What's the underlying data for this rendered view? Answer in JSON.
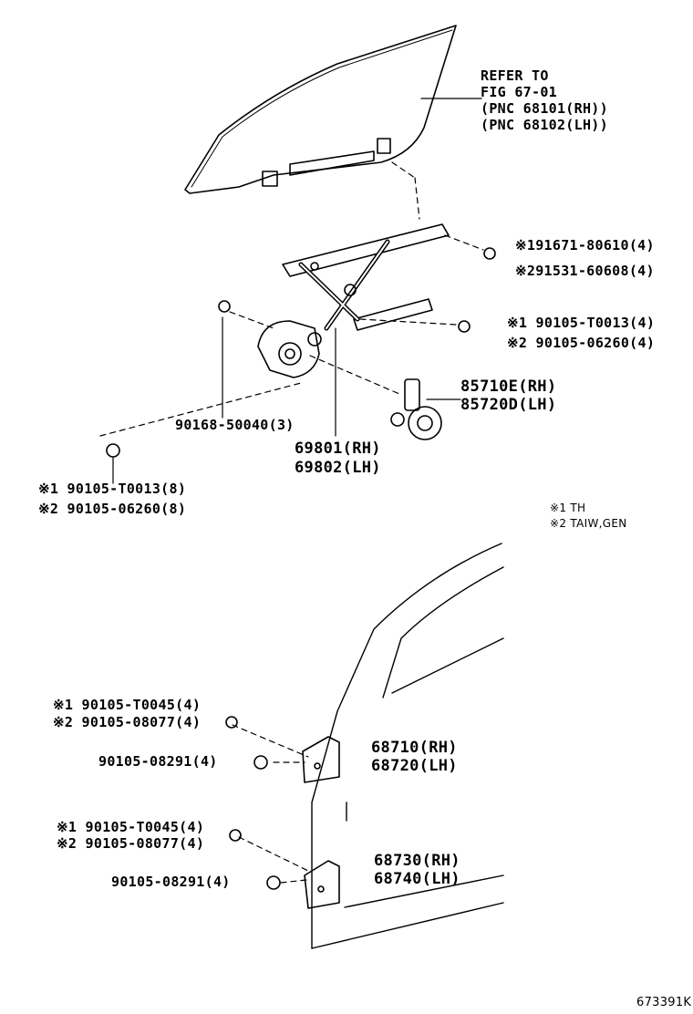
{
  "refer": {
    "lines": [
      "REFER TO",
      "FIG 67-01",
      "(PNC 68101(RH))",
      "(PNC 68102(LH))"
    ]
  },
  "callouts": {
    "screw_91671": "※191671-80610(4)",
    "screw_91531": "※291531-60608(4)",
    "bolt_t0013_a": "※1 90105-T0013(4)",
    "bolt_06260_a": "※2 90105-06260(4)",
    "motor_rh": "85710E(RH)",
    "motor_lh": "85720D(LH)",
    "bolt_50040": "90168-50040(3)",
    "regulator_rh": "69801(RH)",
    "regulator_lh": "69802(LH)",
    "bolt_t0013_b": "※1 90105-T0013(8)",
    "bolt_06260_b": "※2 90105-06260(8)",
    "hinge_upper_bolt_t0045": "※1 90105-T0045(4)",
    "hinge_upper_bolt_08077": "※2 90105-08077(4)",
    "hinge_upper_bolt_08291": "90105-08291(4)",
    "hinge_upper_rh": "68710(RH)",
    "hinge_upper_lh": "68720(LH)",
    "hinge_lower_bolt_t0045": "※1 90105-T0045(4)",
    "hinge_lower_bolt_08077": "※2 90105-08077(4)",
    "hinge_lower_bolt_08291": "90105-08291(4)",
    "hinge_lower_rh": "68730(RH)",
    "hinge_lower_lh": "68740(LH)"
  },
  "legend": {
    "note1": "※1 TH",
    "note2": "※2 TAIW,GEN"
  },
  "figure_id": "673391K"
}
